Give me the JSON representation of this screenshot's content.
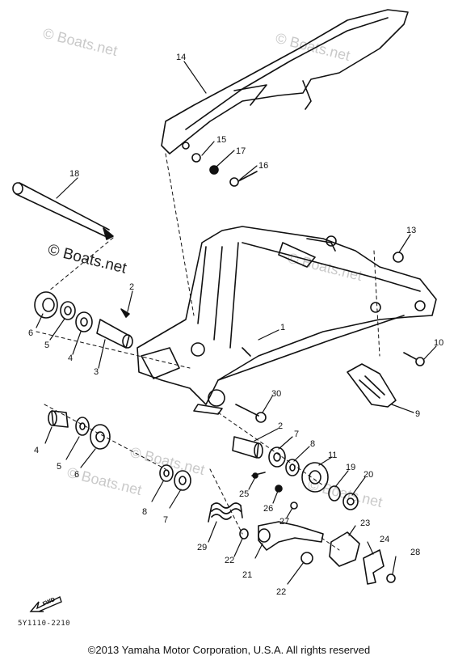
{
  "watermarks": [
    "© Boats.net",
    "© Boats.net",
    "© Boats.net",
    "© Boats.net",
    "© Boats.net",
    "© Boats.net"
  ],
  "watermark_prominent": "© Boats.net",
  "callouts": [
    {
      "num": "14"
    },
    {
      "num": "15"
    },
    {
      "num": "17"
    },
    {
      "num": "16"
    },
    {
      "num": "18"
    },
    {
      "num": "13"
    },
    {
      "num": "1"
    },
    {
      "num": "10"
    },
    {
      "num": "9"
    },
    {
      "num": "6"
    },
    {
      "num": "5"
    },
    {
      "num": "4"
    },
    {
      "num": "3"
    },
    {
      "num": "2"
    },
    {
      "num": "30"
    },
    {
      "num": "2"
    },
    {
      "num": "7"
    },
    {
      "num": "8"
    },
    {
      "num": "11"
    },
    {
      "num": "19"
    },
    {
      "num": "20"
    },
    {
      "num": "4"
    },
    {
      "num": "5"
    },
    {
      "num": "6"
    },
    {
      "num": "8"
    },
    {
      "num": "7"
    },
    {
      "num": "25"
    },
    {
      "num": "26"
    },
    {
      "num": "27"
    },
    {
      "num": "23"
    },
    {
      "num": "24"
    },
    {
      "num": "28"
    },
    {
      "num": "29"
    },
    {
      "num": "22"
    },
    {
      "num": "21"
    },
    {
      "num": "22"
    }
  ],
  "fwd_label": "FWD",
  "part_number": "5Y1110-2210",
  "copyright": "©2013 Yamaha Motor Corporation, U.S.A. All rights reserved"
}
